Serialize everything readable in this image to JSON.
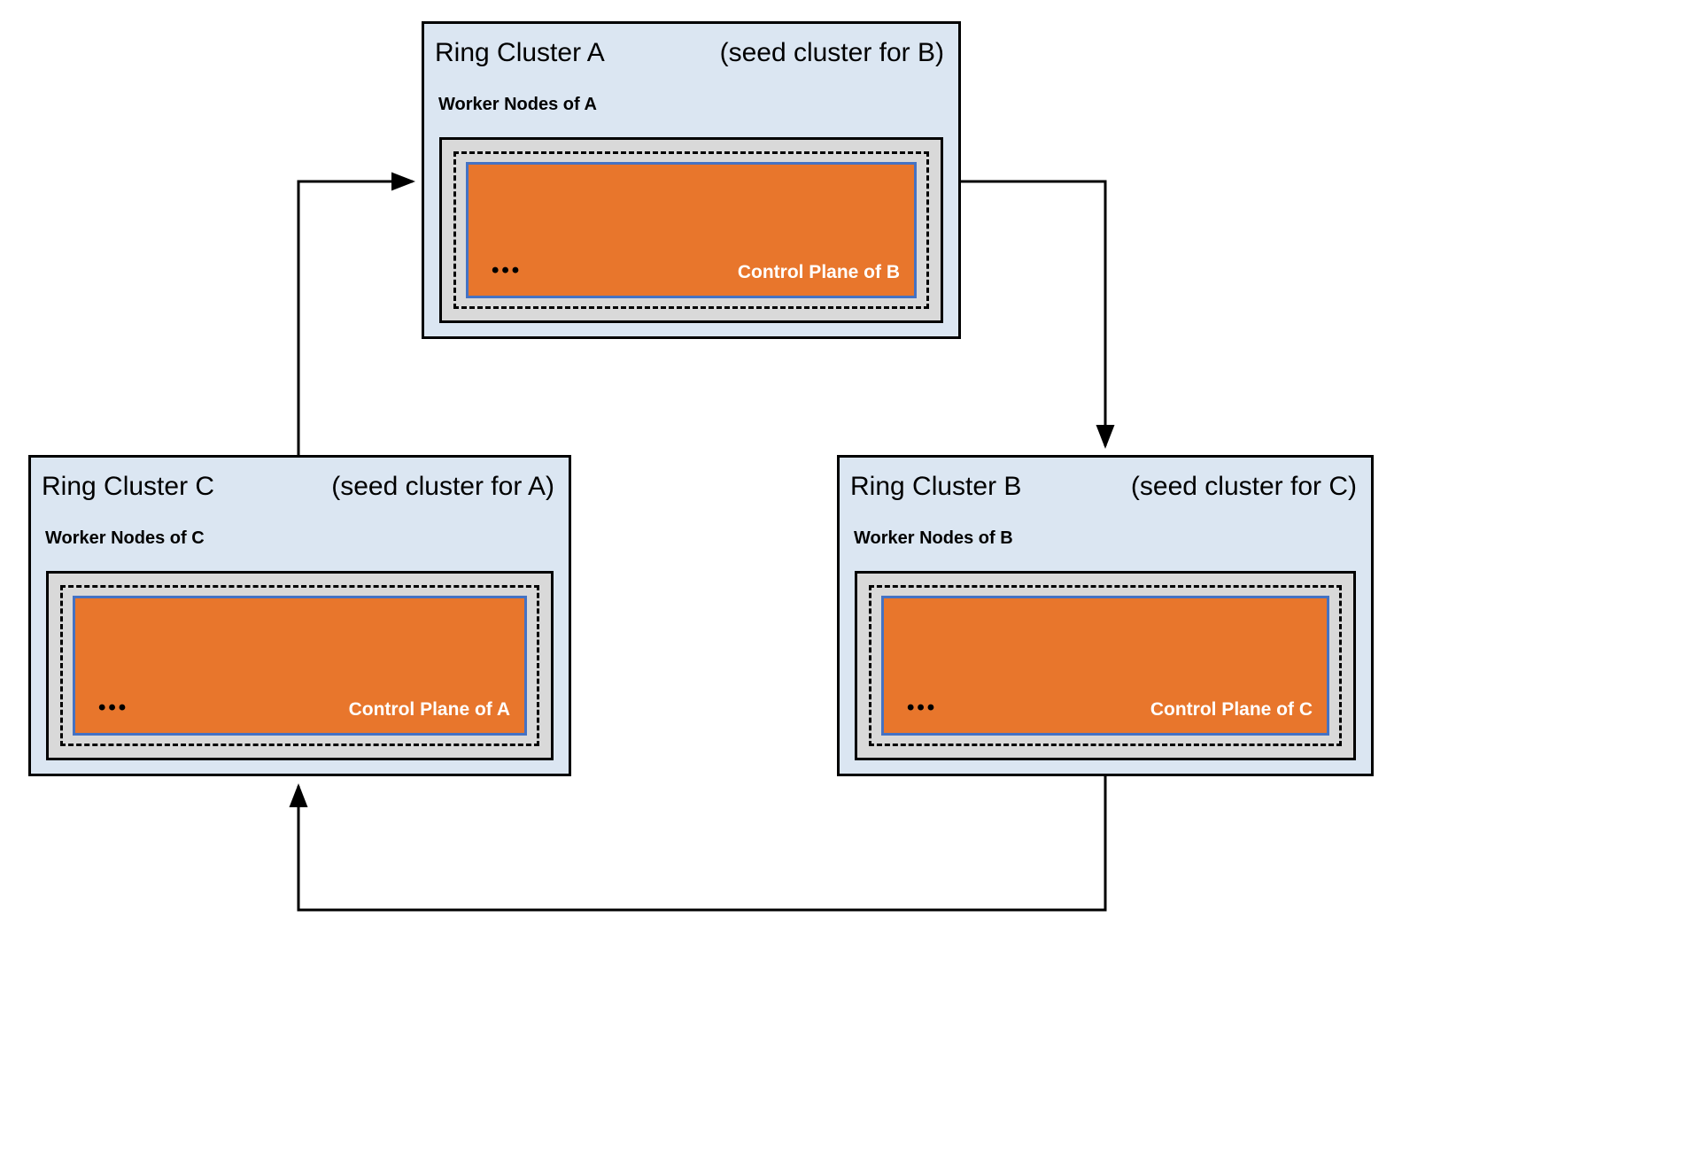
{
  "diagram": {
    "clusters": [
      {
        "id": "A",
        "title": "Ring Cluster A",
        "subtitle": "(seed cluster for B)",
        "worker_label": "Worker Nodes of A",
        "control_plane_label": "Control Plane of B",
        "dots": "•••"
      },
      {
        "id": "C",
        "title": "Ring Cluster C",
        "subtitle": "(seed cluster for A)",
        "worker_label": "Worker Nodes of C",
        "control_plane_label": "Control Plane of A",
        "dots": "•••"
      },
      {
        "id": "B",
        "title": "Ring Cluster B",
        "subtitle": "(seed cluster for C)",
        "worker_label": "Worker Nodes of B",
        "control_plane_label": "Control Plane of C",
        "dots": "•••"
      }
    ],
    "edges": [
      {
        "from": "C",
        "to": "A"
      },
      {
        "from": "A",
        "to": "B"
      },
      {
        "from": "B",
        "to": "C"
      }
    ],
    "colors": {
      "cluster_bg": "#dbe6f2",
      "node_box_bg": "#d9d9d9",
      "control_plane_bg": "#e8762c",
      "control_plane_border": "#4472c4",
      "outline": "#000000",
      "control_plane_text": "#ffffff"
    }
  }
}
